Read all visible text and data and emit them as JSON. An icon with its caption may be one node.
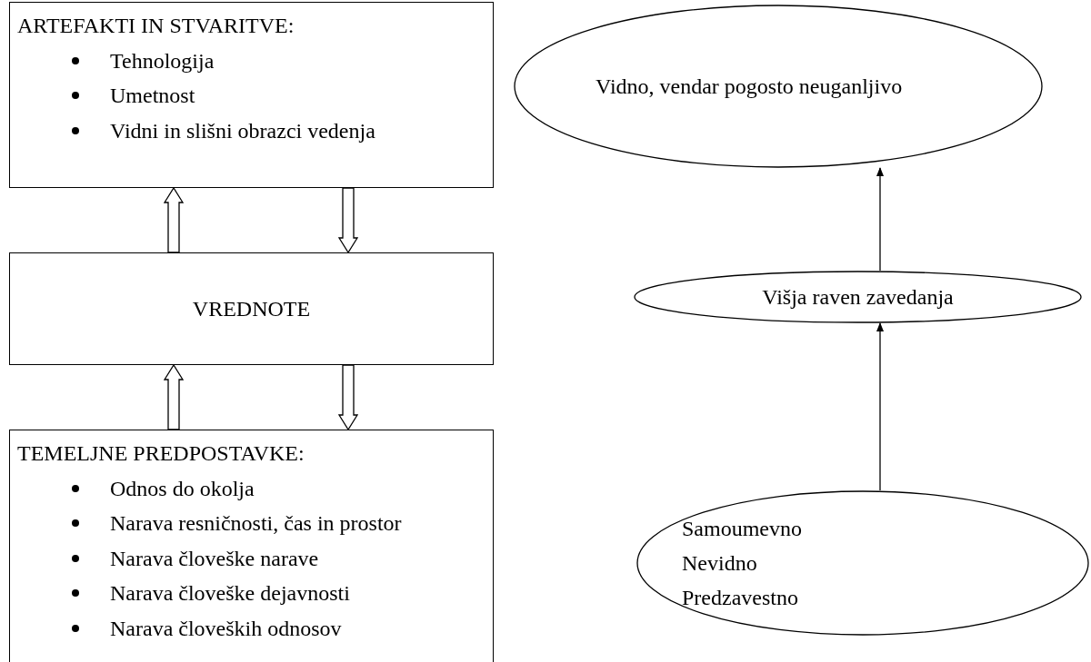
{
  "diagram": {
    "nodes": [
      {
        "text": [
          "ARTEFAKTI IN STVARITVE:",
          "Tehnologija",
          "Umetnost",
          "Vidni in slišni obrazci vedenja"
        ]
      },
      {
        "text": [
          "VREDNOTE"
        ]
      },
      {
        "text": [
          "TEMELJNE PREDPOSTAVKE:",
          "Odnos do okolja",
          "Narava resničnosti, čas in prostor",
          "Narava človeške narave",
          "Narava človeške dejavnosti",
          "Narava človeških odnosov"
        ]
      },
      {
        "text": [
          "Vidno, vendar pogosto neuganljivo"
        ]
      },
      {
        "text": [
          "Višja raven zavedanja"
        ]
      },
      {
        "text": [
          "Samoumevno",
          "Nevidno",
          "Predzavestno"
        ]
      }
    ],
    "edges": [
      {
        "from": 1,
        "to": 0,
        "arrow": "to",
        "style": "thick"
      },
      {
        "from": 0,
        "to": 1,
        "arrow": "to",
        "style": "thick"
      },
      {
        "from": 2,
        "to": 1,
        "arrow": "to",
        "style": "thick"
      },
      {
        "from": 1,
        "to": 2,
        "arrow": "to",
        "style": "thick"
      },
      {
        "from": 4,
        "to": 3,
        "arrow": "to"
      },
      {
        "from": 5,
        "to": 4,
        "arrow": "to"
      }
    ]
  }
}
